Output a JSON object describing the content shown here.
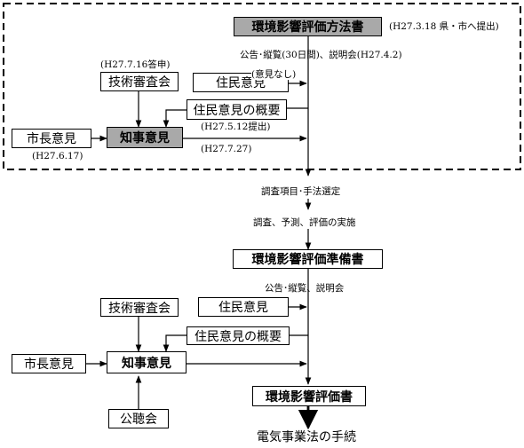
{
  "top": {
    "method_doc": "環境影響評価方法書",
    "method_doc_note": "(H27.3.18 県・市へ提出)",
    "notice": "公告･縦覧(30日間)、説明会(H27.4.2)",
    "tech_council_date": "(H27.7.16答申)",
    "tech_council": "技術審査会",
    "resident_opinion": "住民意見",
    "no_opinion": "(意見なし)",
    "resident_summary": "住民意見の概要",
    "summary_date": "(H27.5.12提出)",
    "mayor_opinion": "市長意見",
    "mayor_date": "(H27.6.17)",
    "governor_opinion": "知事意見",
    "governor_date": "(H27.7.27)"
  },
  "mid": {
    "survey_selection": "調査項目･手法選定",
    "survey_implementation": "調査、予測、評価の実施",
    "prep_doc": "環境影響評価準備書"
  },
  "bottom": {
    "notice": "公告･縦覧、説明会",
    "tech_council": "技術審査会",
    "resident_opinion": "住民意見",
    "resident_summary": "住民意見の概要",
    "mayor_opinion": "市長意見",
    "governor_opinion": "知事意見",
    "assessment_doc": "環境影響評価書",
    "hearing": "公聴会",
    "final_step": "電気事業法の手続"
  }
}
